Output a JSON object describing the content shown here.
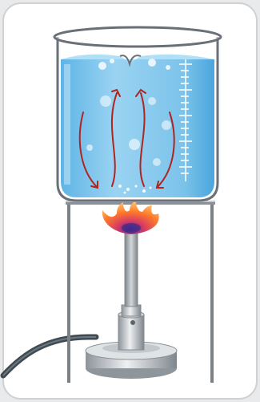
{
  "scene": {
    "subject": "beaker-heated-by-bunsen-burner",
    "colors": {
      "background": "#e9eaeb",
      "card": "#ffffff",
      "card_border": "#cfd1d3",
      "water": "#7cc3ea",
      "water_deep": "#4aa6de",
      "glass_edge": "#6a7078",
      "convection_arrow": "#b0241f",
      "flame_outer": "#ff7a2a",
      "flame_inner": "#d63b64",
      "metal": "#b9bec3"
    },
    "icons": [
      "beaker",
      "convection-arrows",
      "bubbles",
      "flame",
      "tripod-stand",
      "bunsen-burner",
      "gas-hose"
    ]
  }
}
